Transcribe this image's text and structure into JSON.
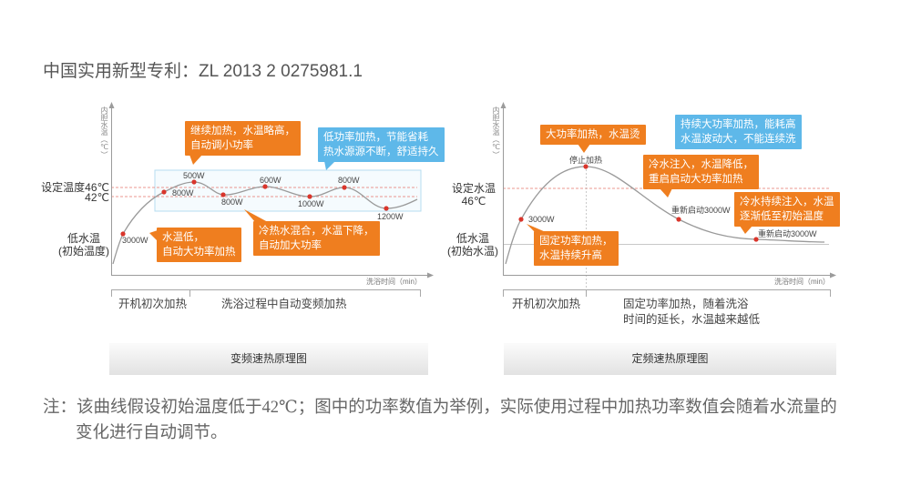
{
  "header": {
    "patent": "中国实用新型专利：ZL 2013 2 0275981.1"
  },
  "variable_frequency": {
    "y_axis_label": "内胆水温（℃）",
    "x_axis_label": "洗浴时间（min）",
    "y_levels": {
      "set_temp": "设定温度46℃",
      "mid_temp": "42℃",
      "low_temp": "低水温",
      "initial_temp": "(初始温度)"
    },
    "power_labels": [
      "3000W",
      "800W",
      "500W",
      "800W",
      "600W",
      "1000W",
      "800W",
      "1200W"
    ],
    "callouts": {
      "reduce_power": [
        "继续加热，水温略高，",
        "自动调小功率"
      ],
      "low_power_benefit": [
        "低功率加热，节能省耗",
        "热水源源不断，舒适持久"
      ],
      "low_water_temp": [
        "水温低，",
        "自动大功率加热"
      ],
      "mixing": [
        "冷热水混合，水温下降，",
        "自动加大功率"
      ]
    },
    "phases": [
      "开机初次加热",
      "洗浴过程中自动变频加热"
    ],
    "caption": "变频速热原理图"
  },
  "fixed_frequency": {
    "y_axis_label": "内胆水温（℃）",
    "x_axis_label": "洗浴时间（min）",
    "y_levels": {
      "set_temp": "设定水温",
      "set_temp_value": "46℃",
      "low_temp": "低水温",
      "initial_temp": "(初始水温)"
    },
    "curve_labels": [
      "3000W",
      "停止加热",
      "重新启动3000W",
      "重新启动3000W"
    ],
    "callouts": {
      "high_power": "大功率加热，水温烫",
      "drawback": [
        "持续大功率加热，能耗高",
        "水温波动大，不能连续洗"
      ],
      "cold_inflow": [
        "冷水注入，水温降低，",
        "重启启动大功率加热"
      ],
      "continuous_inflow": [
        "冷水持续注入，水温",
        "逐渐低至初始温度"
      ],
      "fixed_power": [
        "固定功率加热，",
        "水温持续升高"
      ]
    },
    "phases": [
      "开机初次加热",
      "固定功率加热，随着洗浴",
      "时间的延长，水温越来越低"
    ],
    "caption": "定频速热原理图"
  },
  "note": {
    "line1": "注：该曲线假设初始温度低于42℃；图中的功率数值为举例，实际使用过程中加热功率数值会随着水流量的",
    "line2": "变化进行自动调节。"
  },
  "colors": {
    "callout_orange": "#ef7e1f",
    "callout_blue": "#5eb8e9",
    "power_point": "#d9352b",
    "set_temp_dash": "#e5756b",
    "curve": "#9a9a9a"
  }
}
